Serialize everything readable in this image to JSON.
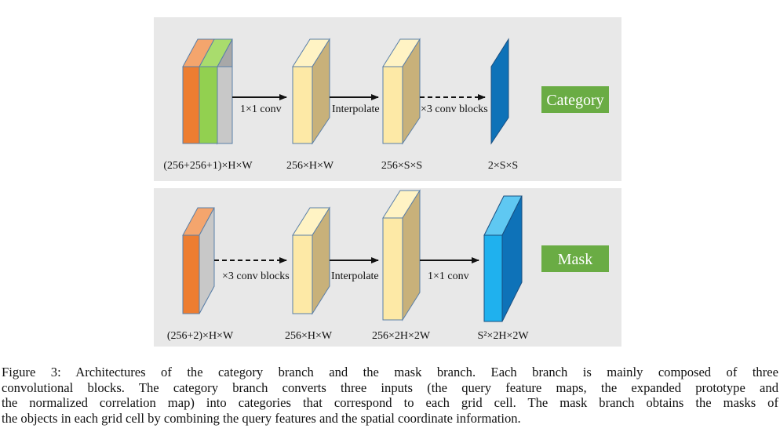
{
  "category_branch": {
    "arrow_labels": [
      "1×1 conv",
      "Interpolate",
      "×3 conv blocks"
    ],
    "dims": [
      "(256+256+1)×H×W",
      "256×H×W",
      "256×S×S",
      "2×S×S"
    ],
    "output_label": "Category",
    "output_color": "#6aac44"
  },
  "mask_branch": {
    "arrow_labels": [
      "×3 conv blocks",
      "Interpolate",
      "1×1 conv"
    ],
    "dims": [
      "(256+2)×H×W",
      "256×H×W",
      "256×2H×2W",
      "S²×2H×2W"
    ],
    "output_label": "Mask",
    "output_color": "#6aac44"
  },
  "colors": {
    "panel_bg": "#e8e8e8",
    "orange": "#ed7d31",
    "green": "#92d050",
    "gray": "#c8c8c8",
    "feature_front": "#fde9a6",
    "feature_side": "#c8b17a",
    "blue_dark": "#0e72b8",
    "blue_light": "#1fb1ee"
  },
  "caption": {
    "lines": [
      "Figure 3: Architectures of the category branch and the mask branch. Each branch is mainly composed of three",
      "convolutional blocks. The category branch converts three inputs (the query feature maps, the expanded prototype and",
      "the normalized correlation map) into categories that correspond to each grid cell. The mask branch obtains the masks of",
      "the objects in each grid cell by combining the query features and the spatial coordinate information."
    ]
  }
}
